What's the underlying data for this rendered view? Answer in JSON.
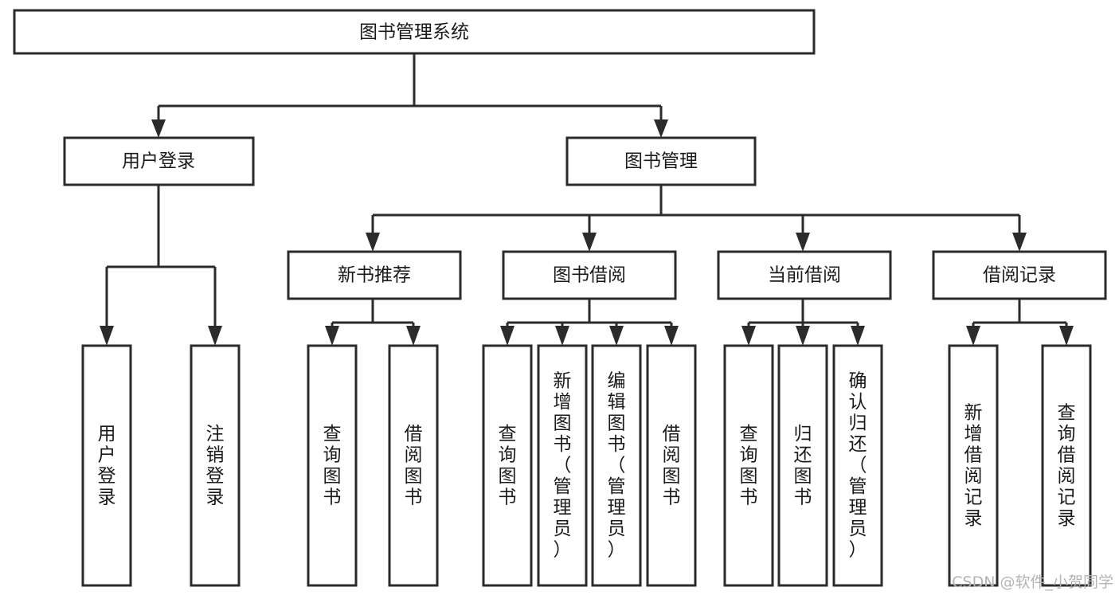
{
  "diagram": {
    "type": "tree-hierarchy-chart",
    "title": "图书管理系统",
    "background_color": "#ffffff",
    "box_stroke_color": "#2b2b2b",
    "box_fill_color": "#ffffff",
    "text_color": "#1a1a1a",
    "levels": {
      "level1": {
        "nodes": [
          {
            "id": "root",
            "label": "图书管理系统",
            "orientation": "horizontal"
          }
        ]
      },
      "level2": {
        "nodes": [
          {
            "id": "user-login",
            "label": "用户登录",
            "orientation": "horizontal"
          },
          {
            "id": "book-manage",
            "label": "图书管理",
            "orientation": "horizontal"
          }
        ]
      },
      "level3": {
        "nodes": [
          {
            "id": "new-book-recommend",
            "label": "新书推荐",
            "orientation": "horizontal"
          },
          {
            "id": "book-borrow",
            "label": "图书借阅",
            "orientation": "horizontal"
          },
          {
            "id": "current-borrow",
            "label": "当前借阅",
            "orientation": "horizontal"
          },
          {
            "id": "borrow-record",
            "label": "借阅记录",
            "orientation": "horizontal"
          }
        ]
      },
      "level4": {
        "nodes": [
          {
            "id": "leaf-user-login",
            "label": "用户登录",
            "orientation": "vertical",
            "parent": "user-login"
          },
          {
            "id": "leaf-user-logout",
            "label": "注销登录",
            "orientation": "vertical",
            "parent": "user-login"
          },
          {
            "id": "leaf-query-book-1",
            "label": "查询图书",
            "orientation": "vertical",
            "parent": "new-book-recommend"
          },
          {
            "id": "leaf-borrow-book-1",
            "label": "借阅图书",
            "orientation": "vertical",
            "parent": "new-book-recommend"
          },
          {
            "id": "leaf-query-book-2",
            "label": "查询图书",
            "orientation": "vertical",
            "parent": "book-borrow"
          },
          {
            "id": "leaf-add-book",
            "label": "新增图书（管理员）",
            "orientation": "vertical",
            "parent": "book-borrow"
          },
          {
            "id": "leaf-edit-book",
            "label": "编辑图书（管理员）",
            "orientation": "vertical",
            "parent": "book-borrow"
          },
          {
            "id": "leaf-borrow-book-2",
            "label": "借阅图书",
            "orientation": "vertical",
            "parent": "book-borrow"
          },
          {
            "id": "leaf-query-book-3",
            "label": "查询图书",
            "orientation": "vertical",
            "parent": "current-borrow"
          },
          {
            "id": "leaf-return-book",
            "label": "归还图书",
            "orientation": "vertical",
            "parent": "current-borrow"
          },
          {
            "id": "leaf-confirm-return",
            "label": "确认归还（管理员）",
            "orientation": "vertical",
            "parent": "current-borrow"
          },
          {
            "id": "leaf-add-record",
            "label": "新增借阅记录",
            "orientation": "vertical",
            "parent": "borrow-record"
          },
          {
            "id": "leaf-query-record",
            "label": "查询借阅记录",
            "orientation": "vertical",
            "parent": "borrow-record"
          }
        ]
      }
    }
  },
  "watermark": {
    "label": "CSDN @软件_小贺同学",
    "color": "#b4b4b4"
  }
}
